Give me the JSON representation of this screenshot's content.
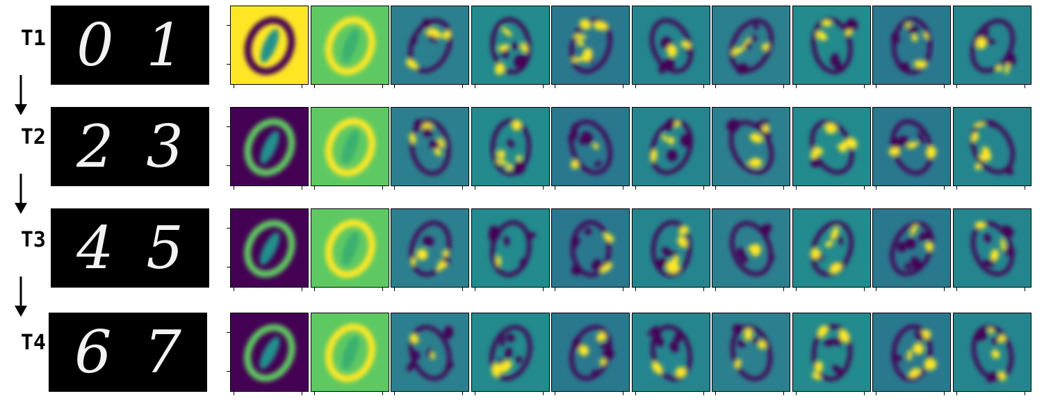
{
  "figure": {
    "rows": [
      {
        "task": "T1",
        "digits": [
          "0",
          "1"
        ]
      },
      {
        "task": "T2",
        "digits": [
          "2",
          "3"
        ]
      },
      {
        "task": "T3",
        "digits": [
          "4",
          "5"
        ]
      },
      {
        "task": "T4",
        "digits": [
          "6",
          "7"
        ]
      }
    ],
    "maps_per_row": 10,
    "colormap": "viridis",
    "colors": {
      "viridis_dark": "#440154",
      "viridis_mid": "#21908c",
      "viridis_light": "#5ec962",
      "viridis_bright": "#fde725",
      "digit_background": "#000000",
      "digit_stroke": "#f2f2f2"
    },
    "row_first_map_background": [
      "#fde725",
      "#440154",
      "#440154",
      "#440154"
    ],
    "second_map_background": "#5ec962"
  }
}
